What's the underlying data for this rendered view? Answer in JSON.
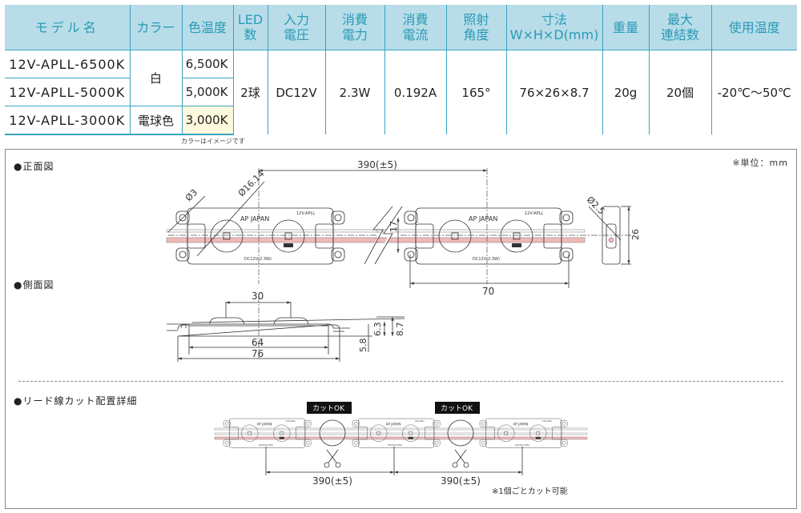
{
  "table": {
    "headers": [
      "モデル名",
      "カラー",
      "色温度",
      "LED\n数",
      "入力\n電圧",
      "消費\n電力",
      "消費\n電流",
      "照射\n角度",
      "寸法\nW×H×D(mm)",
      "重量",
      "最大\n連結数",
      "使用温度"
    ],
    "rows": [
      {
        "model": "12V-APLL-6500K",
        "temp": "6,500K"
      },
      {
        "model": "12V-APLL-5000K",
        "temp": "5,000K"
      },
      {
        "model": "12V-APLL-3000K",
        "temp": "3,000K"
      }
    ],
    "color_white": "白",
    "color_warm": "電球色",
    "led_count": "2球",
    "voltage": "DC12V",
    "power": "2.3W",
    "current": "0.192A",
    "angle": "165°",
    "size": "76×26×8.7",
    "weight": "20g",
    "max_link": "20個",
    "op_temp": "-20℃～50℃",
    "note": "カラーはイメージです"
  },
  "drawing": {
    "unit": "※単位：mm",
    "front_title": "●正面図",
    "side_title": "●側面図",
    "cut_title": "●リード線カット配置詳細",
    "module": {
      "brand": "AP JAPAN",
      "model": "12V-APLL",
      "rating": "DC12V(2.3W)"
    },
    "dims": {
      "pitch": "390(±5)",
      "hole": "Ø3",
      "lens": "Ø16.14",
      "cable": "Ø2.5",
      "height17": "17",
      "height26": "26",
      "width70": "70",
      "led_gap": "30",
      "w64": "64",
      "w76": "76",
      "h58": "5.8",
      "h63": "6.3",
      "h87": "8.7"
    },
    "cut_ok": "カットOK",
    "cut_note": "※1個ごとカット可能",
    "colors": {
      "header_bg": "#b8dde9",
      "header_text": "#2a9ab6",
      "warm_bg": "#fdf9dc",
      "cable_red": "#f2b8b8"
    }
  }
}
